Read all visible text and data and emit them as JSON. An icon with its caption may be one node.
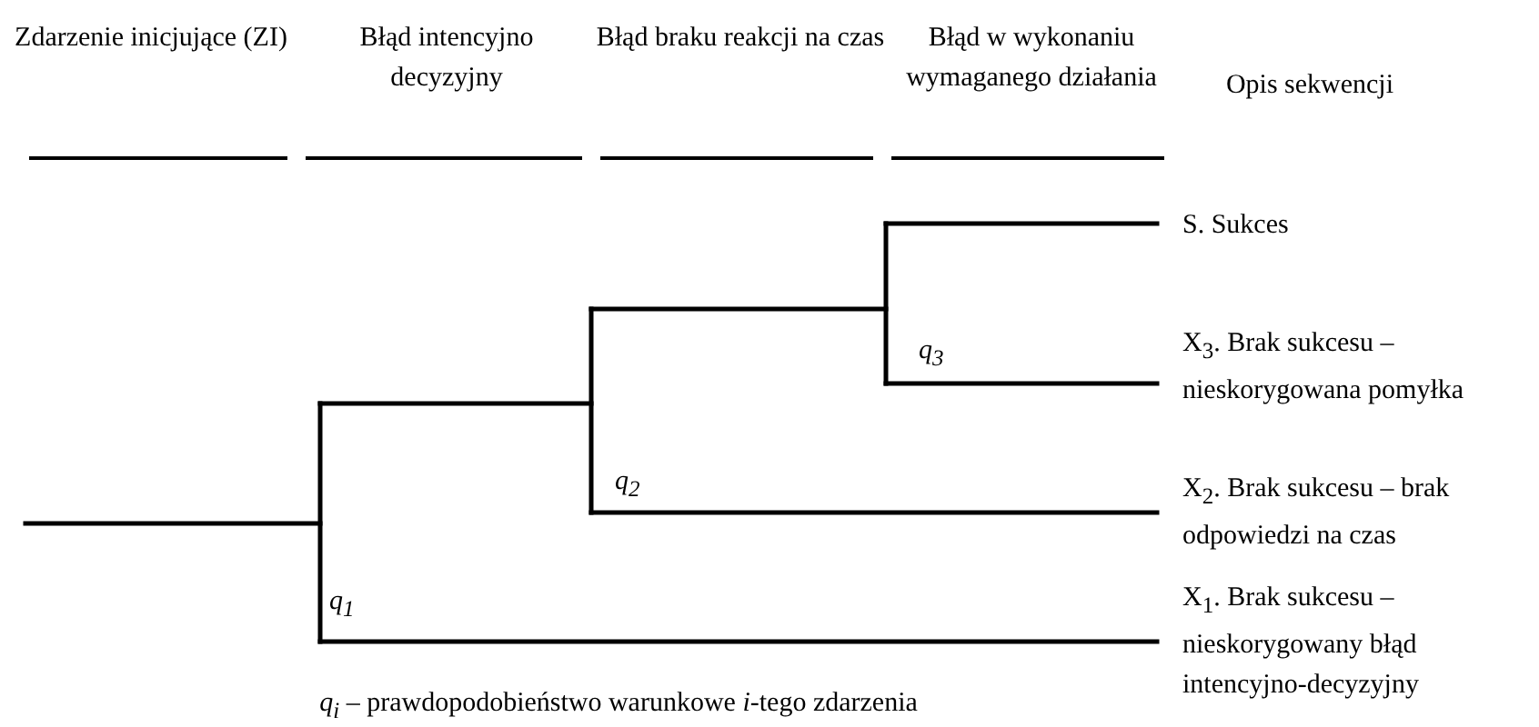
{
  "diagram": {
    "labels": [
      "Zdarzenie inicjujące (ZI)",
      "Błąd intencyjno decyzyjny",
      "Błąd braku reakcji na czas",
      "Błąd w wykonaniu wymaganego działania",
      "Opis sekwencji",
      "S. Sukces",
      "X$_{3}$. Brak sukcesu – nieskorygowana pomyłka",
      "X$_{2}$. Brak sukcesu – brak odpowiedzi na czas",
      "X$_{1}$. Brak sukcesu – nieskorygowany błąd intencyjno-decyzyjny",
      "q$_{3}$",
      "q$_{2}$",
      "q$_{1}$",
      "*q$_{i}$* – prawdopodobieństwo warunkowe *i*-tego zdarzenia"
    ]
  }
}
